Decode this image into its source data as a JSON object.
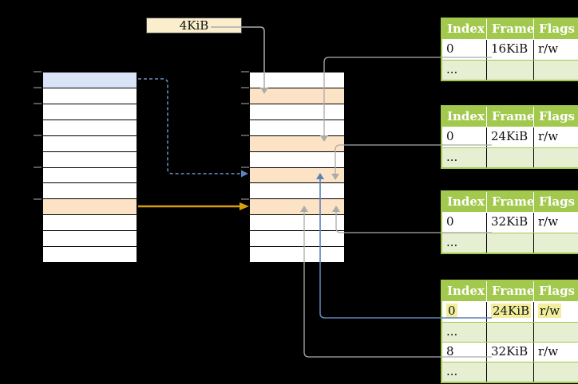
{
  "legend": {
    "page_size_label": "4KiB"
  },
  "memory": {
    "virtual_column_rows": [
      "blue",
      "white",
      "white",
      "white",
      "white",
      "white",
      "white",
      "white",
      "orange",
      "white",
      "white",
      "white"
    ],
    "physical_column_rows": [
      "white",
      "orange",
      "white",
      "white",
      "orange",
      "white",
      "orange",
      "white",
      "orange",
      "white",
      "white",
      "white"
    ],
    "tick_marks_y": [
      90,
      110,
      130,
      170,
      210,
      250
    ]
  },
  "page_tables": [
    {
      "id": "page-table-1",
      "headers": [
        "Index",
        "Frame",
        "Flags"
      ],
      "rows": [
        {
          "index": "0",
          "frame": "16KiB",
          "flags": "r/w"
        },
        {
          "index": "...",
          "frame": "",
          "flags": ""
        }
      ]
    },
    {
      "id": "page-table-2",
      "headers": [
        "Index",
        "Frame",
        "Flags"
      ],
      "rows": [
        {
          "index": "0",
          "frame": "24KiB",
          "flags": "r/w"
        },
        {
          "index": "...",
          "frame": "",
          "flags": ""
        }
      ]
    },
    {
      "id": "page-table-3",
      "headers": [
        "Index",
        "Frame",
        "Flags"
      ],
      "rows": [
        {
          "index": "0",
          "frame": "32KiB",
          "flags": "r/w"
        },
        {
          "index": "...",
          "frame": "",
          "flags": ""
        }
      ]
    },
    {
      "id": "page-table-4",
      "headers": [
        "Index",
        "Frame",
        "Flags"
      ],
      "rows": [
        {
          "index": "0",
          "frame": "24KiB",
          "flags": "r/w",
          "highlighted": true
        },
        {
          "index": "...",
          "frame": "",
          "flags": ""
        },
        {
          "index": "8",
          "frame": "32KiB",
          "flags": "r/w"
        },
        {
          "index": "...",
          "frame": "",
          "flags": ""
        }
      ]
    }
  ],
  "colors": {
    "background": "#000000",
    "table_header_green": "#A2C94E",
    "table_row_green": "#E6EFD2",
    "memory_row_orange": "#FCE3C6",
    "memory_row_blue": "#D9E5F7",
    "legend_box_cream": "#FBEECC",
    "highlight_yellow": "#F2EE9D",
    "arrow_gray": "#ABABAB",
    "arrow_orange": "#D89E0F",
    "arrow_blue_solid": "#5B82B5",
    "arrow_blue_dashed": "#6E93C6",
    "tick_gray": "#7F7F7F"
  }
}
